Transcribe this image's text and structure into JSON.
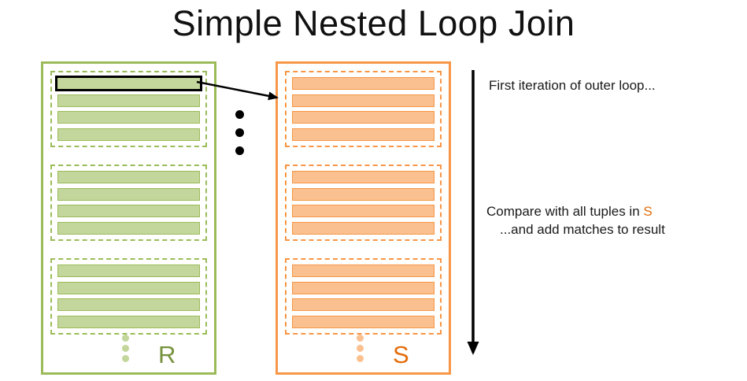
{
  "title": "Simple Nested Loop Join",
  "relations": {
    "r": {
      "label": "R",
      "page_count": 3,
      "tuples_per_page": 4,
      "highlight_first_tuple": true,
      "colors": {
        "border": "#9BBB59",
        "tuple_fill": "#C3D69B",
        "label": "#76923C",
        "dots": "#C3D69B"
      }
    },
    "s": {
      "label": "S",
      "page_count": 3,
      "tuples_per_page": 4,
      "highlight_first_tuple": false,
      "colors": {
        "border": "#F79646",
        "tuple_fill": "#FAC090",
        "label": "#E36C0A",
        "dots": "#FAC090"
      }
    }
  },
  "annotations": {
    "first_iteration": "First iteration of outer loop...",
    "compare_prefix": "Compare with all tuples in ",
    "compare_s": "S",
    "compare_line2": "...and add matches to result"
  },
  "colors": {
    "highlight_border": "#000000",
    "arrow": "#000000",
    "s_accent": "#E36C0A",
    "background": "#FFFFFF",
    "title_text": "#111111"
  }
}
